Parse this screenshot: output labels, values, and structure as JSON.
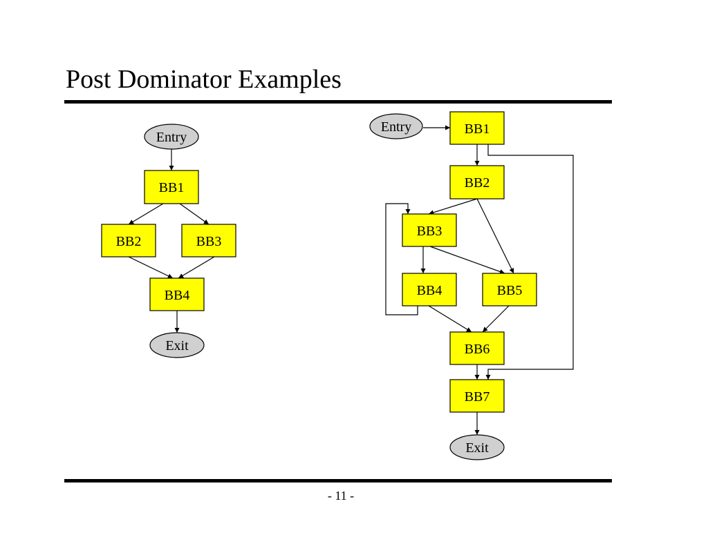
{
  "slide": {
    "title": "Post Dominator Examples",
    "page_number": "- 11 -"
  },
  "colors": {
    "block_fill": "#ffff00",
    "terminal_fill": "#d0d0d0",
    "stroke": "#000000"
  },
  "left_graph": {
    "nodes": {
      "entry": "Entry",
      "bb1": "BB1",
      "bb2": "BB2",
      "bb3": "BB3",
      "bb4": "BB4",
      "exit": "Exit"
    },
    "edges": [
      [
        "Entry",
        "BB1"
      ],
      [
        "BB1",
        "BB2"
      ],
      [
        "BB1",
        "BB3"
      ],
      [
        "BB2",
        "BB4"
      ],
      [
        "BB3",
        "BB4"
      ],
      [
        "BB4",
        "Exit"
      ]
    ]
  },
  "right_graph": {
    "nodes": {
      "entry": "Entry",
      "bb1": "BB1",
      "bb2": "BB2",
      "bb3": "BB3",
      "bb4": "BB4",
      "bb5": "BB5",
      "bb6": "BB6",
      "bb7": "BB7",
      "exit": "Exit"
    },
    "edges": [
      [
        "Entry",
        "BB1"
      ],
      [
        "BB1",
        "BB2"
      ],
      [
        "BB1",
        "BB7"
      ],
      [
        "BB2",
        "BB3"
      ],
      [
        "BB2",
        "BB5"
      ],
      [
        "BB3",
        "BB4"
      ],
      [
        "BB3",
        "BB5"
      ],
      [
        "BB4",
        "BB3"
      ],
      [
        "BB4",
        "BB6"
      ],
      [
        "BB5",
        "BB6"
      ],
      [
        "BB6",
        "BB7"
      ],
      [
        "BB7",
        "Exit"
      ]
    ]
  }
}
